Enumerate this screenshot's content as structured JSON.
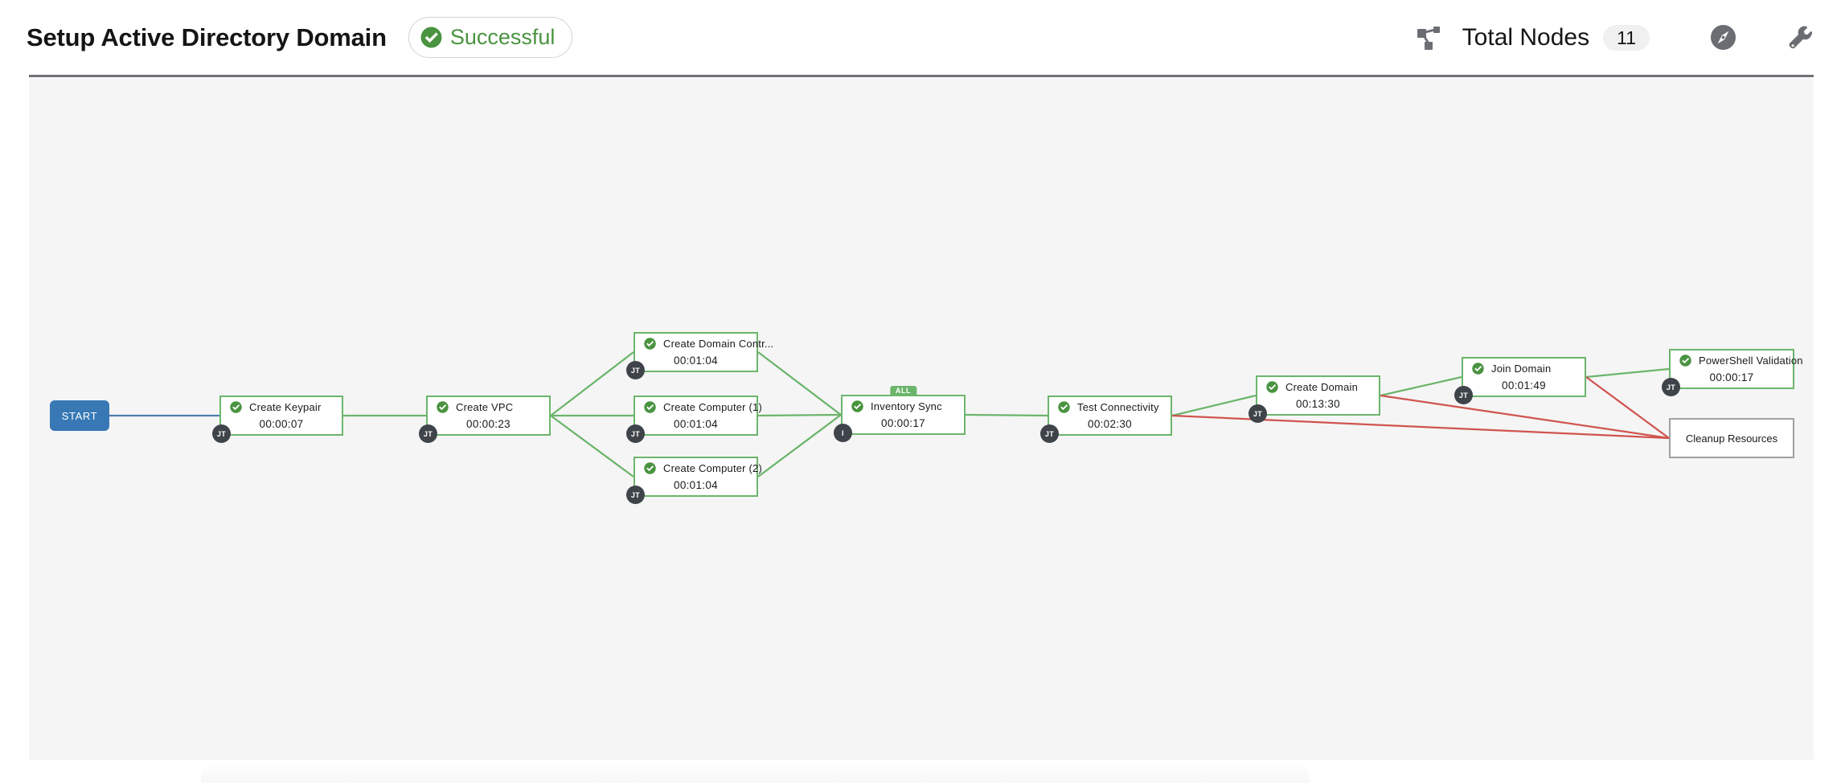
{
  "header": {
    "title": "Setup Active Directory Domain",
    "status_label": "Successful",
    "total_nodes_label": "Total Nodes",
    "total_nodes_count": "11"
  },
  "workflow": {
    "start_label": "START",
    "nodes": [
      {
        "id": "create-keypair",
        "label": "Create Keypair",
        "elapsed": "00:00:07",
        "badge": "JT",
        "status": "success"
      },
      {
        "id": "create-vpc",
        "label": "Create VPC",
        "elapsed": "00:00:23",
        "badge": "JT",
        "status": "success"
      },
      {
        "id": "create-domain-controller",
        "label": "Create Domain Contr...",
        "elapsed": "00:01:04",
        "badge": "JT",
        "status": "success"
      },
      {
        "id": "create-computer-1",
        "label": "Create Computer (1)",
        "elapsed": "00:01:04",
        "badge": "JT",
        "status": "success"
      },
      {
        "id": "create-computer-2",
        "label": "Create Computer (2)",
        "elapsed": "00:01:04",
        "badge": "JT",
        "status": "success"
      },
      {
        "id": "inventory-sync",
        "label": "Inventory Sync",
        "elapsed": "00:00:17",
        "badge": "I",
        "status": "success",
        "tag": "ALL"
      },
      {
        "id": "test-connectivity",
        "label": "Test Connectivity",
        "elapsed": "00:02:30",
        "badge": "JT",
        "status": "success"
      },
      {
        "id": "create-domain",
        "label": "Create Domain",
        "elapsed": "00:13:30",
        "badge": "JT",
        "status": "success"
      },
      {
        "id": "join-domain",
        "label": "Join Domain",
        "elapsed": "00:01:49",
        "badge": "JT",
        "status": "success"
      },
      {
        "id": "powershell-validation",
        "label": "PowerShell Validation",
        "elapsed": "00:00:17",
        "badge": "JT",
        "status": "success"
      },
      {
        "id": "cleanup-resources",
        "label": "Cleanup Resources",
        "status": "pending"
      }
    ],
    "edges": [
      {
        "from": "start",
        "to": "create-keypair",
        "status": "start"
      },
      {
        "from": "create-keypair",
        "to": "create-vpc",
        "status": "success"
      },
      {
        "from": "create-vpc",
        "to": "create-domain-controller",
        "status": "success"
      },
      {
        "from": "create-vpc",
        "to": "create-computer-1",
        "status": "success"
      },
      {
        "from": "create-vpc",
        "to": "create-computer-2",
        "status": "success"
      },
      {
        "from": "create-domain-controller",
        "to": "inventory-sync",
        "status": "success"
      },
      {
        "from": "create-computer-1",
        "to": "inventory-sync",
        "status": "success"
      },
      {
        "from": "create-computer-2",
        "to": "inventory-sync",
        "status": "success"
      },
      {
        "from": "inventory-sync",
        "to": "test-connectivity",
        "status": "success"
      },
      {
        "from": "test-connectivity",
        "to": "create-domain",
        "status": "success"
      },
      {
        "from": "test-connectivity",
        "to": "cleanup-resources",
        "status": "failure"
      },
      {
        "from": "create-domain",
        "to": "join-domain",
        "status": "success"
      },
      {
        "from": "create-domain",
        "to": "cleanup-resources",
        "status": "failure"
      },
      {
        "from": "join-domain",
        "to": "powershell-validation",
        "status": "success"
      },
      {
        "from": "join-domain",
        "to": "cleanup-resources",
        "status": "failure"
      }
    ],
    "colors": {
      "success": "#6cb56c",
      "failure": "#d0544f",
      "start": "#4d7fae",
      "check": "#4a9340",
      "badge_bg": "#3f434a",
      "pending_border": "#9ca0a4"
    }
  }
}
